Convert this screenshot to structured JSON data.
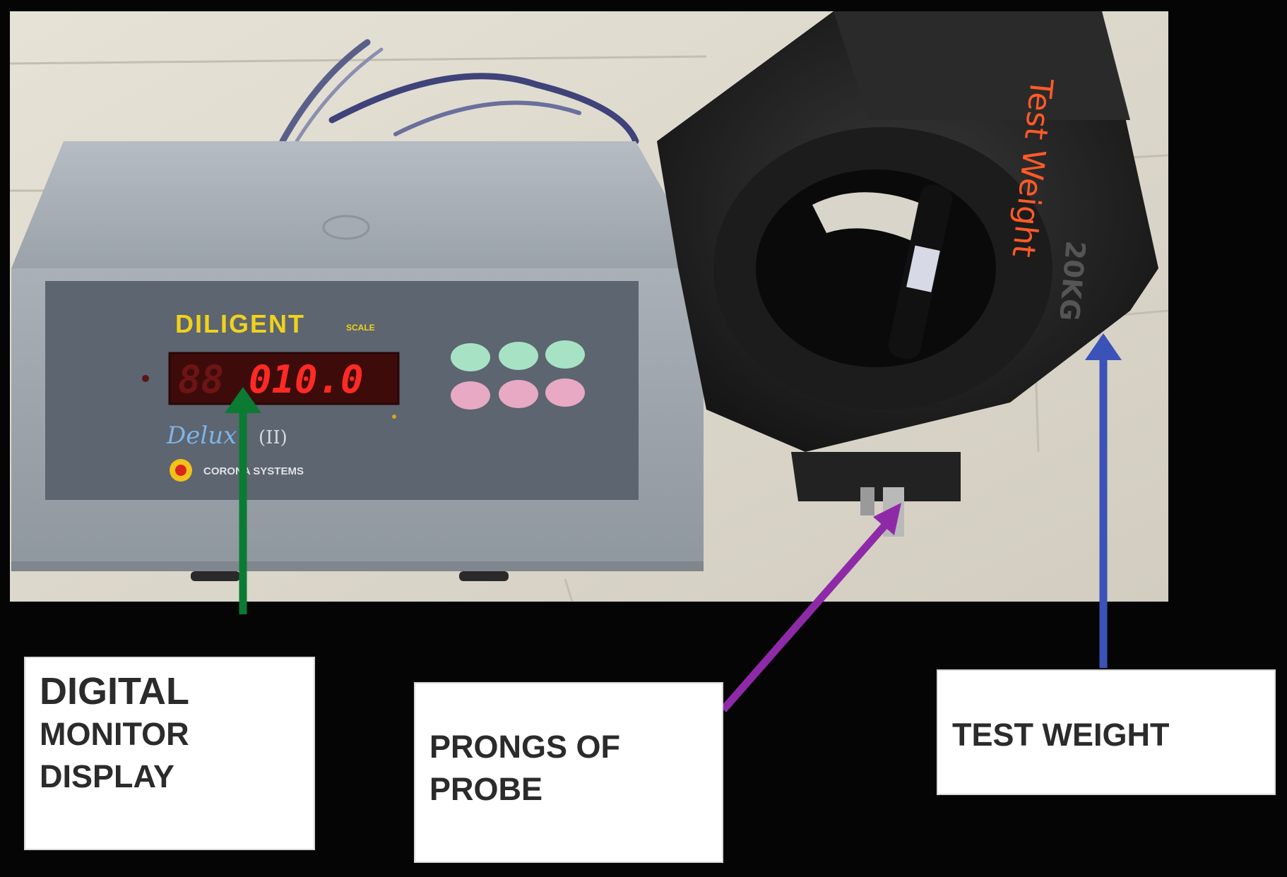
{
  "photo": {
    "display_digits": "010.0",
    "display_ghost": "88",
    "brand": "DILIGENT",
    "brand_suffix": "SCALE",
    "model_script": "Delux",
    "model_suffix": "(II)",
    "maker": "CORONA SYSTEMS",
    "weight_marking": "Test Weight",
    "weight_emboss": "20KG"
  },
  "labels": {
    "digital_monitor": {
      "line1": "DIGITAL",
      "line2": "MONITOR",
      "line3": "DISPLAY"
    },
    "prongs": {
      "line1": "PRONGS OF",
      "line2": "PROBE"
    },
    "test_weight": {
      "line1": "TEST WEIGHT"
    }
  },
  "arrows": {
    "display_color": "#0b7a33",
    "probe_color": "#8e2aa8",
    "weight_color": "#3b52b8"
  }
}
